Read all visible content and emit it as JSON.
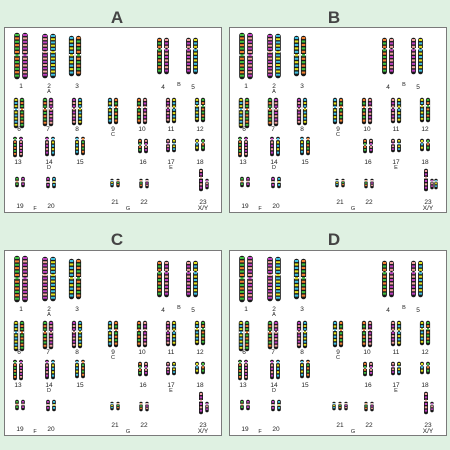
{
  "panels": [
    {
      "id": "A",
      "letter": "A",
      "variant": "normal"
    },
    {
      "id": "B",
      "letter": "B",
      "variant": "extra_y"
    },
    {
      "id": "C",
      "letter": "C",
      "variant": "normal"
    },
    {
      "id": "D",
      "letter": "D",
      "variant": "trisomy_21"
    }
  ],
  "group_labels": [
    "A",
    "B",
    "C",
    "D",
    "E",
    "F",
    "G"
  ],
  "chromosome_labels": [
    "1",
    "2",
    "3",
    "4",
    "5",
    "6",
    "7",
    "8",
    "9",
    "10",
    "11",
    "12",
    "13",
    "14",
    "15",
    "16",
    "17",
    "18",
    "19",
    "20",
    "21",
    "22",
    "23"
  ],
  "sex_chromosome_label": "X/Y",
  "colors": {
    "background": "#dff1e2",
    "panel": "#ffffff",
    "border": "#7a7a7a",
    "band_palette": [
      "#1a1a1a",
      "#e0e020",
      "#40c040",
      "#c040c0",
      "#40c0e0",
      "#f08030",
      "#f0a0a0"
    ]
  }
}
